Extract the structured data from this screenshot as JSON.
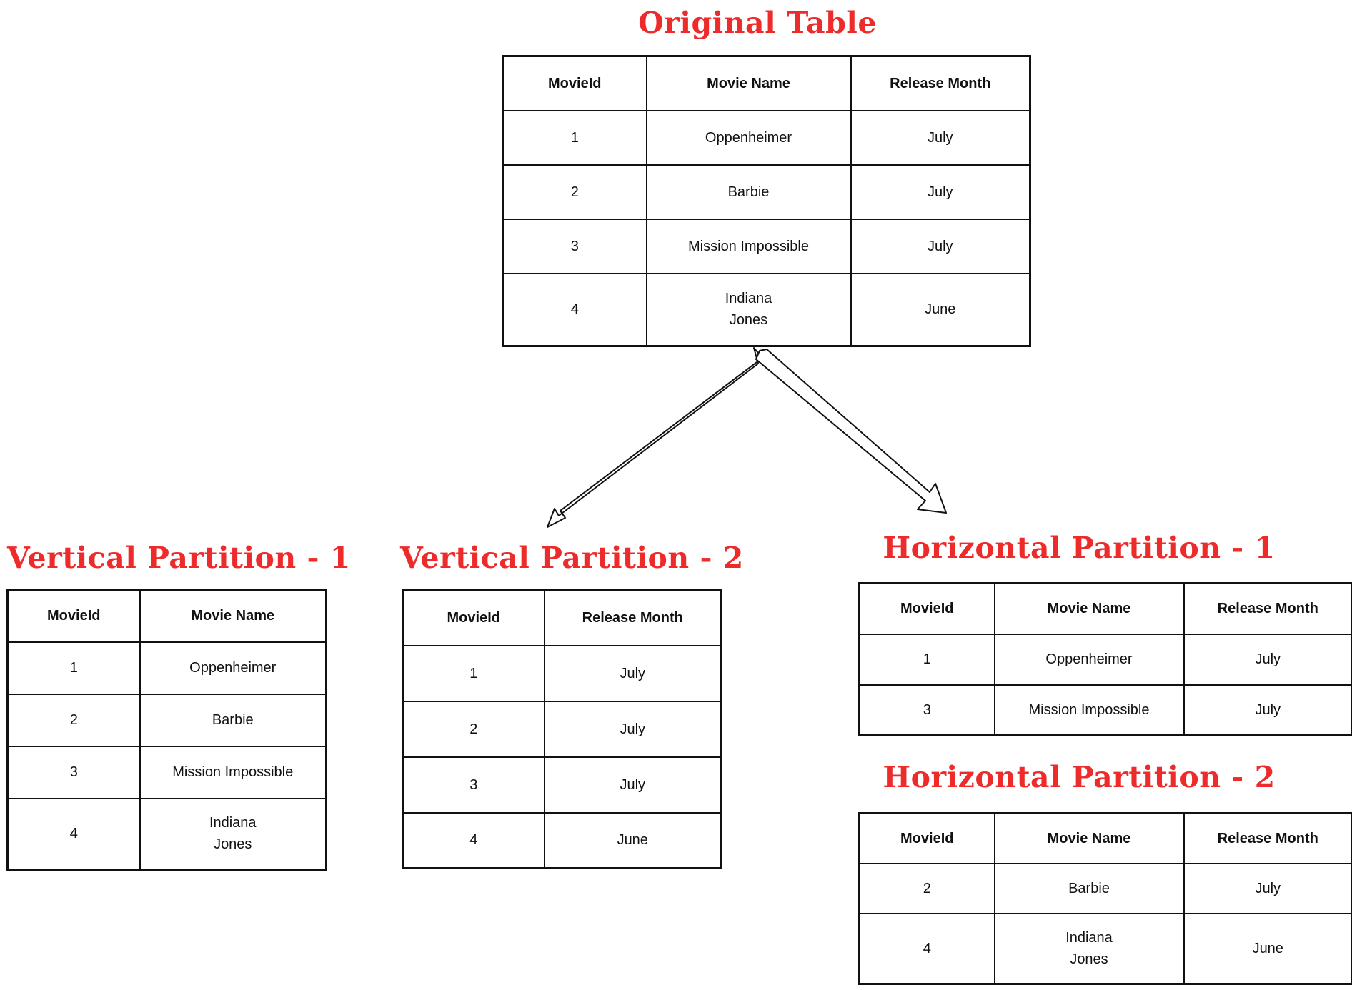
{
  "original": {
    "title": "Original Table",
    "headers": [
      "MovieId",
      "Movie Name",
      "Release Month"
    ],
    "rows": [
      [
        "1",
        "Oppenheimer",
        "July"
      ],
      [
        "2",
        "Barbie",
        "July"
      ],
      [
        "3",
        "Mission Impossible",
        "July"
      ],
      [
        "4",
        "Indiana\nJones",
        "June"
      ]
    ]
  },
  "vertical_1": {
    "title": "Vertical Partition - 1",
    "headers": [
      "MovieId",
      "Movie Name"
    ],
    "rows": [
      [
        "1",
        "Oppenheimer"
      ],
      [
        "2",
        "Barbie"
      ],
      [
        "3",
        "Mission Impossible"
      ],
      [
        "4",
        "Indiana\nJones"
      ]
    ]
  },
  "vertical_2": {
    "title": "Vertical Partition - 2",
    "headers": [
      "MovieId",
      "Release Month"
    ],
    "rows": [
      [
        "1",
        "July"
      ],
      [
        "2",
        "July"
      ],
      [
        "3",
        "July"
      ],
      [
        "4",
        "June"
      ]
    ]
  },
  "horizontal_1": {
    "title": "Horizontal Partition - 1",
    "headers": [
      "MovieId",
      "Movie Name",
      "Release Month"
    ],
    "rows": [
      [
        "1",
        "Oppenheimer",
        "July"
      ],
      [
        "3",
        "Mission Impossible",
        "July"
      ]
    ]
  },
  "horizontal_2": {
    "title": "Horizontal Partition - 2",
    "headers": [
      "MovieId",
      "Movie Name",
      "Release Month"
    ],
    "rows": [
      [
        "2",
        "Barbie",
        "July"
      ],
      [
        "4",
        "Indiana\nJones",
        "June"
      ]
    ]
  },
  "colors": {
    "title": "#ee2b2b",
    "line": "#111111",
    "background": "#ffffff"
  }
}
